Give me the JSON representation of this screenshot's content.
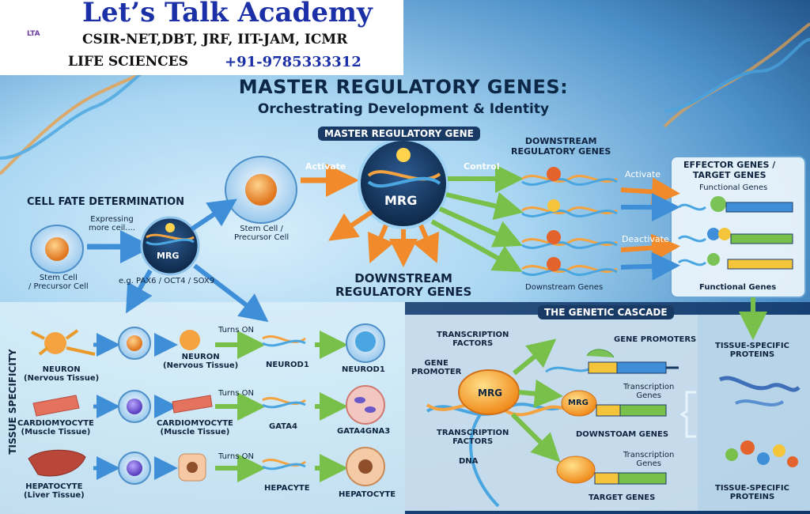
{
  "branding": {
    "academy_name": "Let’s Talk Academy",
    "exams_line": "CSIR-NET,DBT, JRF, IIT-JAM, ICMR",
    "subject_line": "LIFE SCIENCES",
    "phone": "+91-9785333312",
    "logo_mark_text": "LTA"
  },
  "header": {
    "title": "MASTER REGULATORY GENES:",
    "subtitle": "Orchestrating Development & Identity"
  },
  "cell_fate": {
    "heading": "CELL FATE DETERMINATION",
    "expressing_label": "Expressing\nmore ceil....",
    "stem_cell_label": "Stem Cell\n/ Precursor Cell",
    "mrg_label": "MRG",
    "examples": "e.g. PAX6 / OCT4 / SOX9"
  },
  "center": {
    "pill": "MASTER REGULATORY GENE",
    "activate_label": "Activate",
    "control_label": "Control",
    "stem_cell_label": "Stem Cell /\nPrecursor Cell",
    "mrg_label": "MRG",
    "downstream_heading": "DOWNSTREAM\nREGULATORY GENES"
  },
  "downstream": {
    "heading": "DOWNSTREAM\nREGULATORY GENES",
    "activate_label": "Activate",
    "deactivate_label": "Deactivate",
    "footer_label": "Downstream Genes"
  },
  "effector": {
    "heading": "EFFECTOR GENES /\nTARGET GENES",
    "subheading": "Functional Genes",
    "footer_label": "Functional Genes"
  },
  "tissue": {
    "side_label": "TISSUE SPECIFICITY",
    "rows": [
      {
        "left_label": "NEURON\n(Nervous Tissue)",
        "mid_label": "NEURON\n(Nervous Tissue)",
        "turns_on": "Turns ON",
        "gene_label": "NEUROD1",
        "result_label": "NEUROD1"
      },
      {
        "left_label": "CARDIOMYOCYTE\n(Muscle Tissue)",
        "mid_label": "CARDIOMYOCYTE\n(Muscle Tissue)",
        "turns_on": "Turns ON",
        "gene_label": "GATA4",
        "result_label": "GATA4GNA3"
      },
      {
        "left_label": "HEPATOCYTE\n(Liver Tissue)",
        "mid_label": "",
        "turns_on": "Turns ON",
        "gene_label": "HEPACYTE",
        "result_label": "HEPATOCYTE"
      }
    ]
  },
  "cascade": {
    "pill": "THE GENETIC CASCADE",
    "tf_top": "TRANSCRIPTION\nFACTORS",
    "gene_promoter_left": "GENE\nPROMOTER",
    "mrg_label": "MRG",
    "tf_bottom": "TRANSCRIPTION\nFACTORS",
    "dna_label": "DNA",
    "gene_promoters": "GENE PROMOTERS",
    "transcription_genes_1": "Transcription\nGenes",
    "downstream_genes": "DOWNSTOAM GENES",
    "transcription_genes_2": "Transcription\nGenes",
    "target_genes": "TARGET GENES"
  },
  "proteins": {
    "top_label": "TISSUE-SPECIFIC\nPROTEINS",
    "bottom_label": "TISSUE-SPECIFIC\nPROTEINS"
  },
  "colors": {
    "navy": "#183a64",
    "arrow_blue": "#3f8fd8",
    "arrow_orange": "#f08a2a",
    "arrow_green": "#78c04a",
    "mrg_orange": "#f4a340"
  }
}
